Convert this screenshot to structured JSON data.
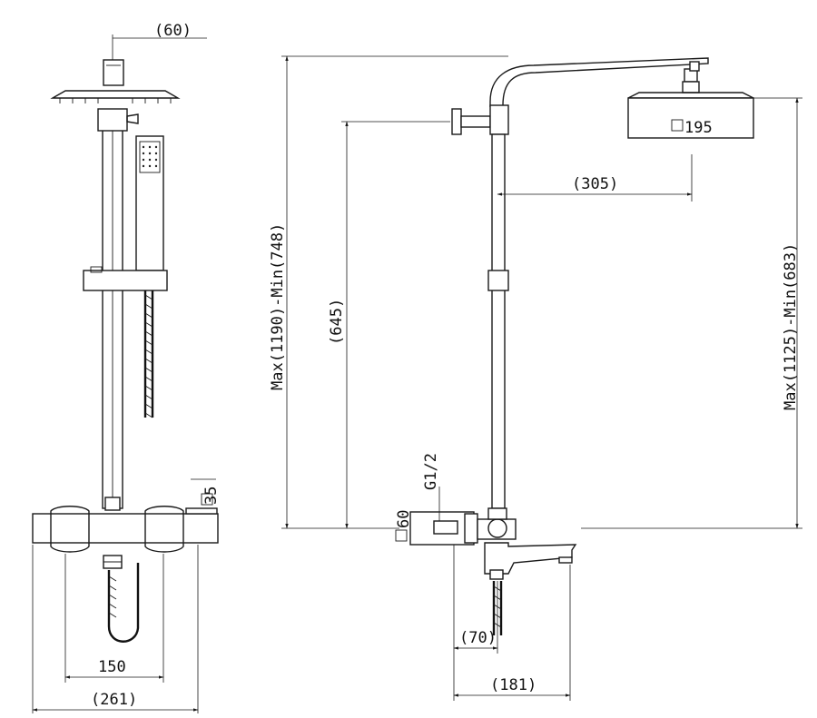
{
  "front_view": {
    "dim_top": "(60)",
    "dim_bar": "35",
    "dim_center": "150",
    "dim_overall": "(261)"
  },
  "side_view": {
    "dim_arm": "(305)",
    "dim_head": "195",
    "dim_height_left": "Max(1190)-Min(748)",
    "dim_height_right": "Max(1125)-Min(683)",
    "dim_mid": "(645)",
    "dim_thread": "G1/2",
    "dim_wall": "60",
    "dim_inlet": "(70)",
    "dim_spout": "(181)"
  },
  "colors": {
    "line": "#1a1a1a",
    "background": "#ffffff"
  }
}
